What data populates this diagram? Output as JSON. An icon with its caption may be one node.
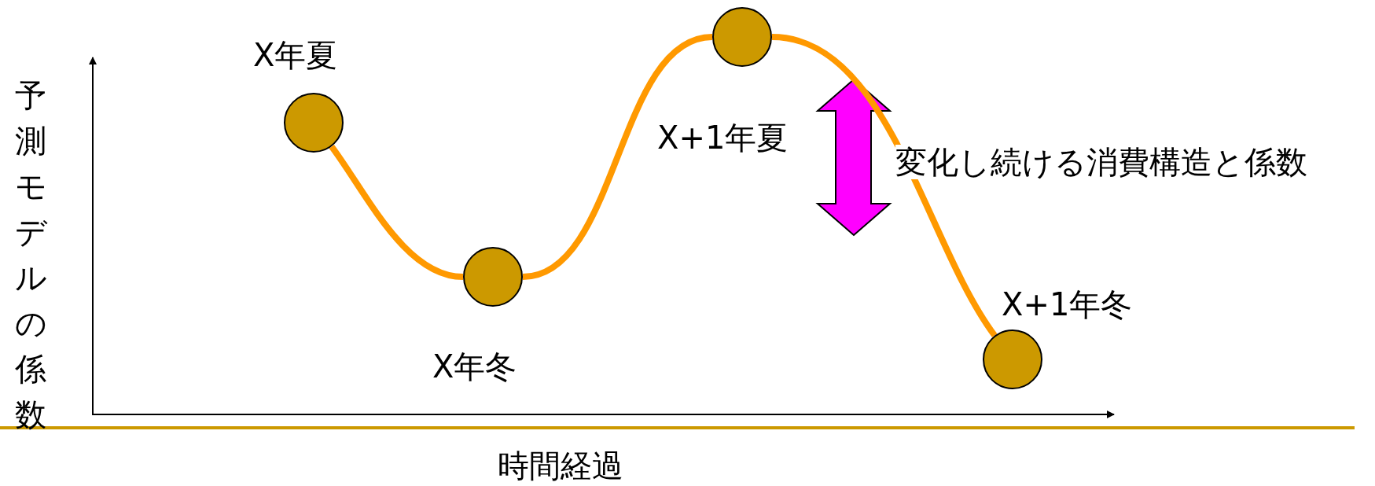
{
  "diagram": {
    "nodes": [
      {
        "text": [],
        "shape": "circle",
        "beside": [
          "X年夏"
        ]
      },
      {
        "text": [],
        "shape": "circle",
        "beside": [
          "X年冬"
        ]
      },
      {
        "text": [],
        "shape": "circle",
        "beside": [
          "X+1年夏"
        ]
      },
      {
        "text": [],
        "shape": "circle",
        "beside": [
          "X+1年冬"
        ]
      }
    ],
    "edges": [
      {
        "from": 0,
        "to": 1,
        "arrow": "none"
      },
      {
        "from": 1,
        "to": 2,
        "arrow": "none"
      },
      {
        "from": 2,
        "to": 3,
        "arrow": "none"
      }
    ],
    "labels": [
      "予測モデルの係数",
      "変化し続ける消費構造と係数",
      "時間経過"
    ]
  }
}
